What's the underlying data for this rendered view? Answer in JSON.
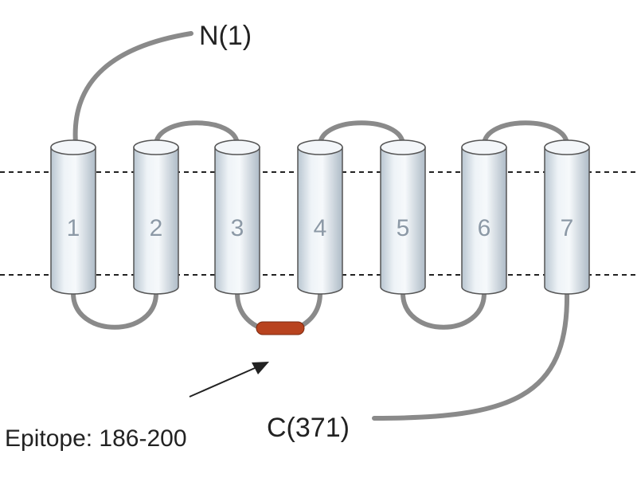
{
  "helices": [
    "1",
    "2",
    "3",
    "4",
    "5",
    "6",
    "7"
  ],
  "n_terminus": "N(1)",
  "c_terminus": "C(371)",
  "epitope": {
    "label": "Epitope: 186-200",
    "color": "#b8431f"
  },
  "colors": {
    "helix_fill": "#e8eef3",
    "helix_stroke": "#555555",
    "loop": "#8a8a8a",
    "membrane_line": "#222222"
  }
}
